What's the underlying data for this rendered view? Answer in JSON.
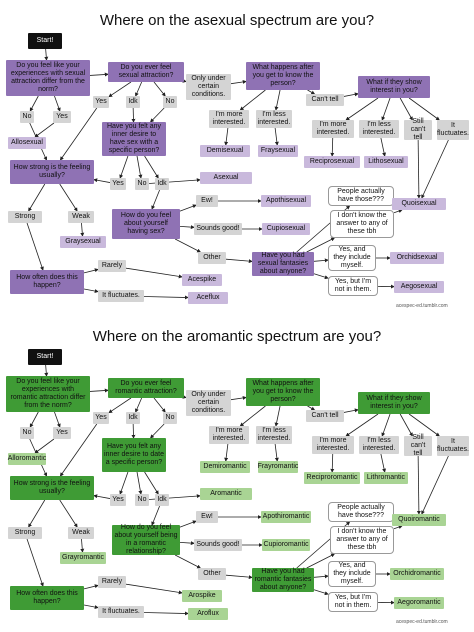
{
  "panels": [
    {
      "title": "Where on the asexual spectrum are you?",
      "accent": "#8f72b4",
      "accent_light": "#c9b9dc",
      "credit": "acespec-ed.tumblr.com",
      "nodes": {
        "start": "Start!",
        "q1": "Do you feel like your experiences with sexual attraction differ from the norm?",
        "q2": "Do you ever feel sexual attraction?",
        "no1": "No",
        "yes1": "Yes",
        "allo": "Allosexual",
        "yes2": "Yes",
        "idk2": "Idk",
        "no2": "No",
        "q3": "Have you felt any inner desire to have sex with a specific person?",
        "only": "Only under certain conditions.",
        "q4": "What happens after you get to know the person?",
        "cantTell": "Can't tell",
        "q5": "What if they show interest in you?",
        "more1": "I'm more interested.",
        "less1": "I'm less interested.",
        "more2": "I'm more interested.",
        "less2": "I'm less interested.",
        "still": "Still can't tell",
        "fluct1": "It fluctuates.",
        "demi": "Demisexual",
        "fray": "Fraysexual",
        "recipro": "Reciprosexual",
        "litho": "Lithosexual",
        "q6": "How strong is the feeling usually?",
        "yes3": "Yes",
        "no3": "No",
        "idk3": "Idk",
        "ace": "Asexual",
        "strong": "Strong",
        "weak": "Weak",
        "gray": "Graysexual",
        "q7": "How do you feel about yourself having sex?",
        "ew": "Ew!",
        "apath": "Apothisexual",
        "soundsGood": "Sounds good!",
        "cupio": "Cupiosexual",
        "other": "Other",
        "q8": "Have you had sexual fantasies about anyone?",
        "q9": "People actually have those???",
        "dontKnow": "I don't know the answer to any of these tbh",
        "quoi": "Quoisexual",
        "yesInclude": "Yes, and they include myself.",
        "orchid": "Orchidsexual",
        "yesNot": "Yes, but I'm not in them.",
        "aego": "Aegosexual",
        "q10": "How often does this happen?",
        "rarely": "Rarely",
        "fluct2": "It fluctuates.",
        "acespike": "Acespike",
        "aceflux": "Aceflux"
      }
    },
    {
      "title": "Where on the aromantic spectrum are you?",
      "accent": "#3f9b35",
      "accent_light": "#a9d494",
      "credit": "acespec-ed.tumblr.com",
      "nodes": {
        "start": "Start!",
        "q1": "Do you feel like your experiences with romantic attraction differ from the norm?",
        "q2": "Do you ever feel romantic attraction?",
        "no1": "No",
        "yes1": "Yes",
        "allo": "Alloromantic",
        "yes2": "Yes",
        "idk2": "Idk",
        "no2": "No",
        "q3": "Have you felt any inner desire to date a specific person?",
        "only": "Only under certain conditions.",
        "q4": "What happens after you get to know the person?",
        "cantTell": "Can't tell",
        "q5": "What if they show interest in you?",
        "more1": "I'm more interested.",
        "less1": "I'm less interested.",
        "more2": "I'm more interested.",
        "less2": "I'm less interested.",
        "still": "Still can't tell",
        "fluct1": "It fluctuates.",
        "demi": "Demiromantic",
        "fray": "Frayromantic",
        "recipro": "Reciproromantic",
        "litho": "Lithromantic",
        "q6": "How strong is the feeling usually?",
        "yes3": "Yes",
        "no3": "No",
        "idk3": "Idk",
        "ace": "Aromantic",
        "strong": "Strong",
        "weak": "Weak",
        "gray": "Grayromantic",
        "q7": "How do you feel about yourself being in a romantic relationship?",
        "ew": "Ew!",
        "apath": "Apothiromantic",
        "soundsGood": "Sounds good!",
        "cupio": "Cupioromantic",
        "other": "Other",
        "q8": "Have you had romantic fantasies about anyone?",
        "q9": "People actually have those???",
        "dontKnow": "I don't know the answer to any of these tbh",
        "quoi": "Quoiromantic",
        "yesInclude": "Yes, and they include myself.",
        "orchid": "Orchidromantic",
        "yesNot": "Yes, but I'm not in them.",
        "aego": "Aegoromantic",
        "q10": "How often does this happen?",
        "rarely": "Rarely",
        "fluct2": "It fluctuates.",
        "acespike": "Arospike",
        "aceflux": "Aroflux"
      }
    }
  ]
}
